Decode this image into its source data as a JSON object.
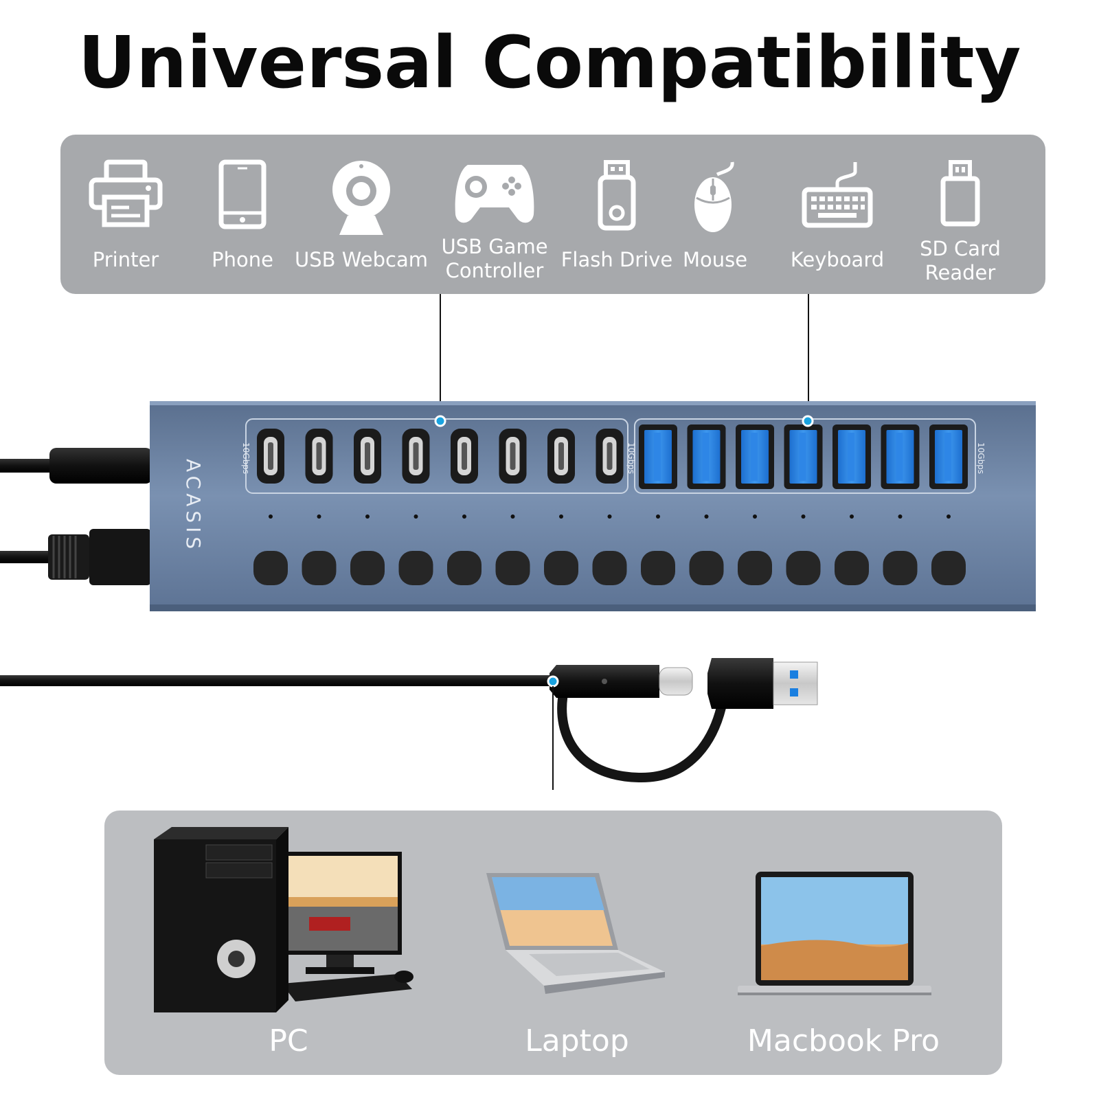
{
  "title": "Universal Compatibility",
  "devices": [
    {
      "label": "Printer",
      "icon": "printer-icon"
    },
    {
      "label": "Phone",
      "icon": "phone-icon"
    },
    {
      "label": "USB Webcam",
      "icon": "webcam-icon"
    },
    {
      "label": "USB Game\nController",
      "icon": "gamepad-icon"
    },
    {
      "label": "Flash Drive",
      "icon": "flash-drive-icon"
    },
    {
      "label": "Mouse",
      "icon": "mouse-icon"
    },
    {
      "label": "Keyboard",
      "icon": "keyboard-icon"
    },
    {
      "label": "SD Card\nReader",
      "icon": "sd-card-reader-icon"
    }
  ],
  "hub": {
    "brand": "ACASIS",
    "usb_c_speed": "10Gbps",
    "usb_a_speed": "10Gbps",
    "usb_c_ports": 8,
    "usb_a_ports": 7,
    "switch_count": 15,
    "accent_color": "#1aa3e0",
    "body_color": "#6f86a6"
  },
  "hosts": [
    {
      "label": "PC",
      "icon": "pc-icon"
    },
    {
      "label": "Laptop",
      "icon": "laptop-icon"
    },
    {
      "label": "Macbook Pro",
      "icon": "macbook-icon"
    }
  ]
}
